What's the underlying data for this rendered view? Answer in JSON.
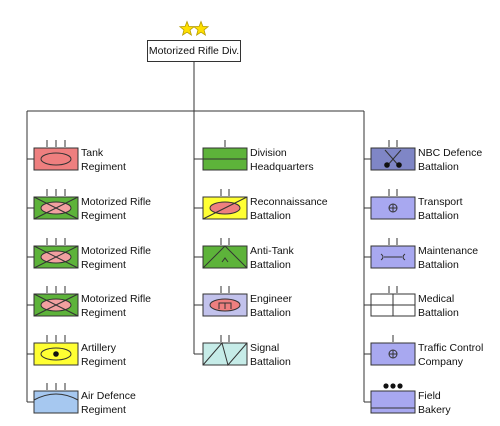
{
  "top": {
    "label": "Motorized Rifle Div.",
    "rank_stars": 2
  },
  "colors": {
    "line": "#333333",
    "star_fill": "#ffdf00",
    "star_stroke": "#b59b00"
  },
  "columns": [
    {
      "name": "left",
      "units": [
        {
          "line1": "Tank",
          "line2": "Regiment",
          "symbol": "armour",
          "fill": "#ee7f7f",
          "echelon": "III"
        },
        {
          "line1": "Motorized Rifle",
          "line2": "Regiment",
          "symbol": "mech-infantry",
          "fill": "#5db33a",
          "echelon": "III"
        },
        {
          "line1": "Motorized Rifle",
          "line2": "Regiment",
          "symbol": "mech-infantry",
          "fill": "#5db33a",
          "echelon": "III"
        },
        {
          "line1": "Motorized Rifle",
          "line2": "Regiment",
          "symbol": "mech-infantry",
          "fill": "#5db33a",
          "echelon": "III"
        },
        {
          "line1": "Artillery",
          "line2": "Regiment",
          "symbol": "sp-artillery",
          "fill": "#ffff33",
          "echelon": "III"
        },
        {
          "line1": "Air Defence",
          "line2": "Regiment",
          "symbol": "air-defence",
          "fill": "#a6c8f0",
          "echelon": "III"
        }
      ]
    },
    {
      "name": "middle",
      "units": [
        {
          "line1": "Division",
          "line2": "Headquarters",
          "symbol": "headquarters",
          "fill": "#5db33a",
          "echelon": "I"
        },
        {
          "line1": "Reconnaissance",
          "line2": "Battalion",
          "symbol": "recon",
          "fill": "#ffff33",
          "echelon": "II"
        },
        {
          "line1": "Anti-Tank",
          "line2": "Battalion",
          "symbol": "anti-tank",
          "fill": "#5db33a",
          "echelon": "II"
        },
        {
          "line1": "Engineer",
          "line2": "Battalion",
          "symbol": "engineer",
          "fill": "#c2c2ec",
          "echelon": "II"
        },
        {
          "line1": "Signal",
          "line2": "Battalion",
          "symbol": "signal",
          "fill": "#c6ece8",
          "echelon": "II"
        }
      ]
    },
    {
      "name": "right",
      "units": [
        {
          "line1": "NBC Defence",
          "line2": "Battalion",
          "symbol": "nbc",
          "fill": "#7f86c6",
          "echelon": "II"
        },
        {
          "line1": "Transport",
          "line2": "Battalion",
          "symbol": "transport",
          "fill": "#a8a8f0",
          "echelon": "II"
        },
        {
          "line1": "Maintenance",
          "line2": "Battalion",
          "symbol": "maintenance",
          "fill": "#a8a8f0",
          "echelon": "II"
        },
        {
          "line1": "Medical",
          "line2": "Battalion",
          "symbol": "medical",
          "fill": "#ffffff",
          "echelon": "II"
        },
        {
          "line1": "Traffic Control",
          "line2": "Company",
          "symbol": "traffic-control",
          "fill": "#a8a8f0",
          "echelon": "I"
        },
        {
          "line1": "Field",
          "line2": "Bakery",
          "symbol": "bakery",
          "fill": "#a8a8f0",
          "echelon": "dots"
        }
      ]
    }
  ]
}
